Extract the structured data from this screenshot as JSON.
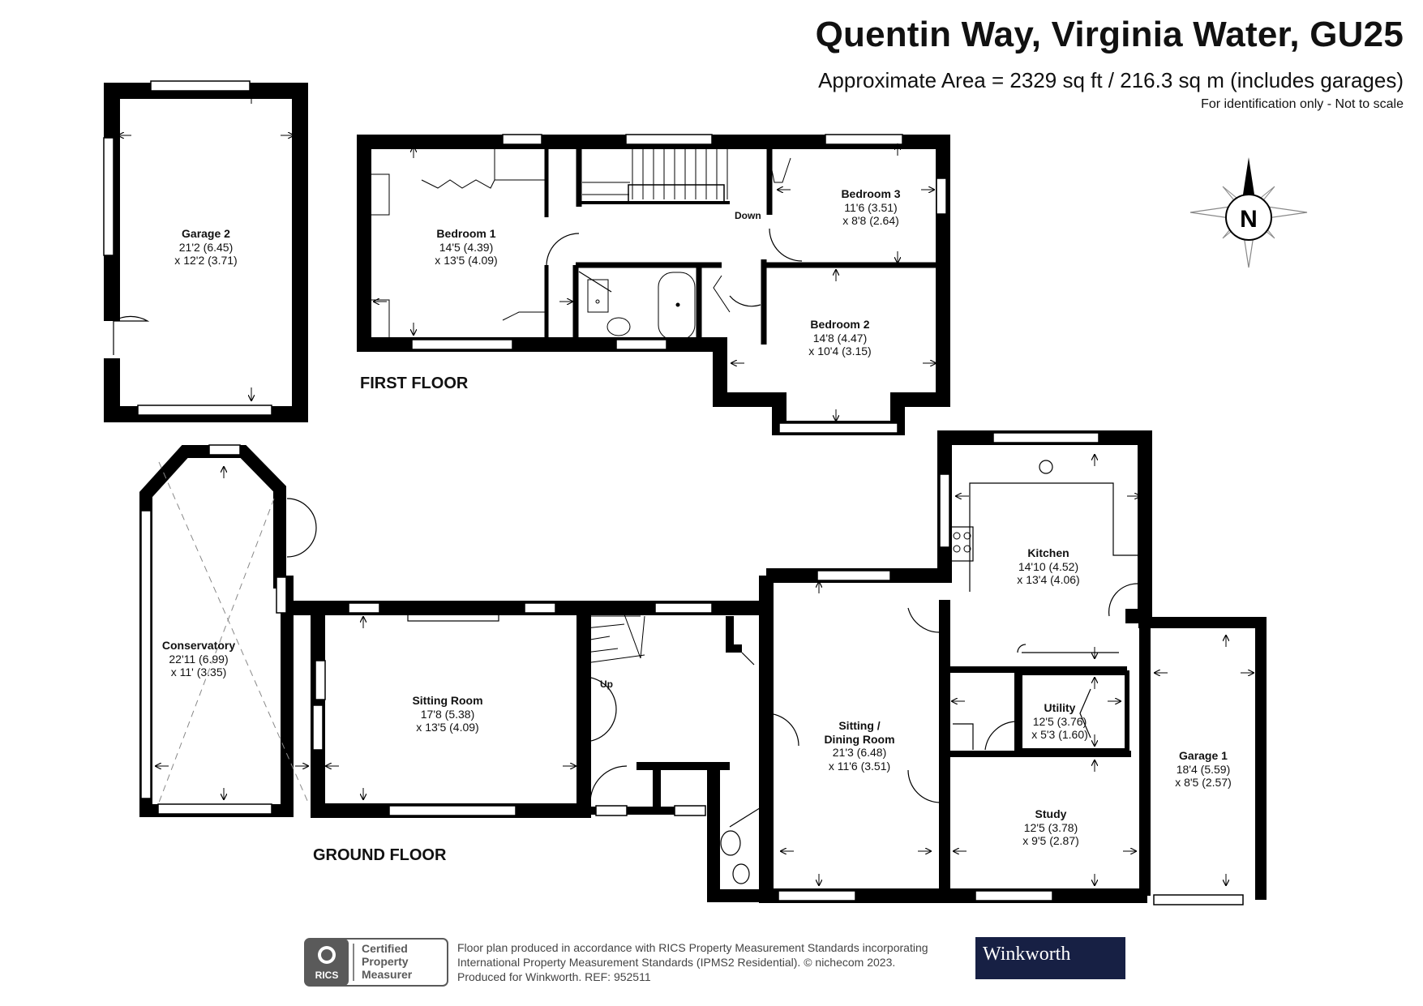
{
  "header": {
    "title": "Quentin Way, Virginia Water, GU25",
    "area": "Approximate Area = 2329 sq ft / 216.3 sq m (includes garages)",
    "note": "For identification only - Not to scale"
  },
  "compass": {
    "letter": "N"
  },
  "floors": {
    "first": "FIRST FLOOR",
    "ground": "GROUND FLOOR"
  },
  "rooms": {
    "garage2": {
      "name": "Garage 2",
      "dim1": "21'2 (6.45)",
      "dim2": "x 12'2 (3.71)"
    },
    "bedroom1": {
      "name": "Bedroom 1",
      "dim1": "14'5 (4.39)",
      "dim2": "x 13'5 (4.09)"
    },
    "bedroom3": {
      "name": "Bedroom 3",
      "dim1": "11'6 (3.51)",
      "dim2": "x 8'8 (2.64)"
    },
    "bedroom2": {
      "name": "Bedroom 2",
      "dim1": "14'8 (4.47)",
      "dim2": "x 10'4 (3.15)"
    },
    "conservatory": {
      "name": "Conservatory",
      "dim1": "22'11 (6.99)",
      "dim2": "x 11' (3.35)"
    },
    "sitting": {
      "name": "Sitting Room",
      "dim1": "17'8 (5.38)",
      "dim2": "x 13'5 (4.09)"
    },
    "dining_line1": "Sitting /",
    "dining": {
      "name": "Dining Room",
      "dim1": "21'3 (6.48)",
      "dim2": "x 11'6 (3.51)"
    },
    "kitchen": {
      "name": "Kitchen",
      "dim1": "14'10 (4.52)",
      "dim2": "x 13'4 (4.06)"
    },
    "utility": {
      "name": "Utility",
      "dim1": "12'5 (3.76)",
      "dim2": "x 5'3 (1.60)"
    },
    "study": {
      "name": "Study",
      "dim1": "12'5 (3.78)",
      "dim2": "x 9'5 (2.87)"
    },
    "garage1": {
      "name": "Garage 1",
      "dim1": "18'4 (5.59)",
      "dim2": "x 8'5 (2.57)"
    }
  },
  "stairs": {
    "down": "Down",
    "up": "Up"
  },
  "footer": {
    "badge_line1": "Certified",
    "badge_line2": "Property",
    "badge_line3": "Measurer",
    "badge_logo": "RICS",
    "line1": "Floor plan produced in accordance with RICS Property Measurement Standards incorporating",
    "line2": "International Property Measurement Standards (IPMS2 Residential).  © nichecom 2023.",
    "line3": "Produced for Winkworth.    REF:  952511",
    "brand": "Winkworth"
  },
  "colors": {
    "wall": "#000000",
    "brand_bg": "#172044",
    "badge_grey": "#5a5a5a"
  }
}
